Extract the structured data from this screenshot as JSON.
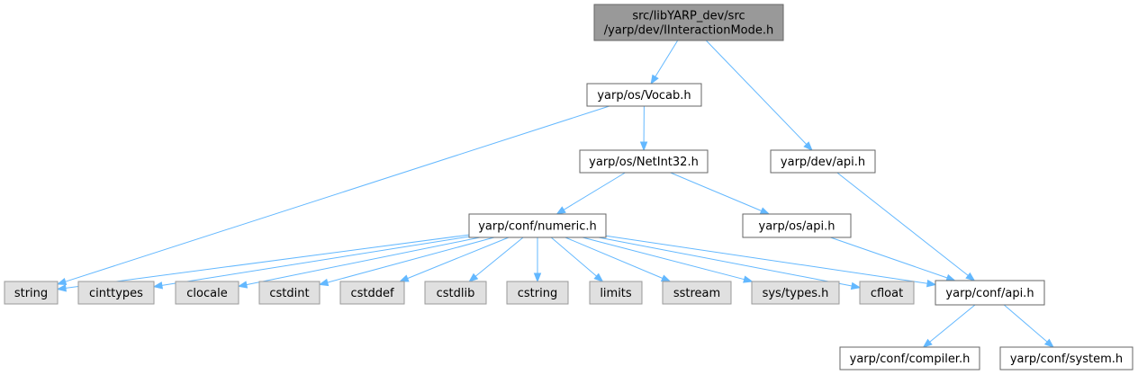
{
  "colors": {
    "root_fill": "#999999",
    "root_border": "#666666",
    "doc_fill": "#ffffff",
    "doc_border": "#666666",
    "sys_fill": "#e0e0e0",
    "sys_border": "#999999",
    "edge": "#63b8ff"
  },
  "nodes": [
    {
      "id": "root",
      "kind": "root",
      "lines": [
        "src/libYARP_dev/src",
        "/yarp/dev/IInteractionMode.h"
      ]
    },
    {
      "id": "vocab",
      "kind": "doc",
      "lines": [
        "yarp/os/Vocab.h"
      ]
    },
    {
      "id": "devapi",
      "kind": "doc",
      "lines": [
        "yarp/dev/api.h"
      ]
    },
    {
      "id": "netint",
      "kind": "doc",
      "lines": [
        "yarp/os/NetInt32.h"
      ]
    },
    {
      "id": "numeric",
      "kind": "doc",
      "lines": [
        "yarp/conf/numeric.h"
      ]
    },
    {
      "id": "osapi",
      "kind": "doc",
      "lines": [
        "yarp/os/api.h"
      ]
    },
    {
      "id": "string",
      "kind": "sys",
      "lines": [
        "string"
      ]
    },
    {
      "id": "cinttypes",
      "kind": "sys",
      "lines": [
        "cinttypes"
      ]
    },
    {
      "id": "clocale",
      "kind": "sys",
      "lines": [
        "clocale"
      ]
    },
    {
      "id": "cstdint",
      "kind": "sys",
      "lines": [
        "cstdint"
      ]
    },
    {
      "id": "cstddef",
      "kind": "sys",
      "lines": [
        "cstddef"
      ]
    },
    {
      "id": "cstdlib",
      "kind": "sys",
      "lines": [
        "cstdlib"
      ]
    },
    {
      "id": "cstring",
      "kind": "sys",
      "lines": [
        "cstring"
      ]
    },
    {
      "id": "limits",
      "kind": "sys",
      "lines": [
        "limits"
      ]
    },
    {
      "id": "sstream",
      "kind": "sys",
      "lines": [
        "sstream"
      ]
    },
    {
      "id": "systypes",
      "kind": "sys",
      "lines": [
        "sys/types.h"
      ]
    },
    {
      "id": "cfloat",
      "kind": "sys",
      "lines": [
        "cfloat"
      ]
    },
    {
      "id": "confapi",
      "kind": "doc",
      "lines": [
        "yarp/conf/api.h"
      ]
    },
    {
      "id": "compiler",
      "kind": "doc",
      "lines": [
        "yarp/conf/compiler.h"
      ]
    },
    {
      "id": "system",
      "kind": "doc",
      "lines": [
        "yarp/conf/system.h"
      ]
    }
  ],
  "edges": [
    [
      "root",
      "vocab"
    ],
    [
      "root",
      "devapi"
    ],
    [
      "vocab",
      "netint"
    ],
    [
      "vocab",
      "string"
    ],
    [
      "devapi",
      "confapi"
    ],
    [
      "netint",
      "numeric"
    ],
    [
      "netint",
      "osapi"
    ],
    [
      "numeric",
      "string"
    ],
    [
      "numeric",
      "cinttypes"
    ],
    [
      "numeric",
      "clocale"
    ],
    [
      "numeric",
      "cstdint"
    ],
    [
      "numeric",
      "cstddef"
    ],
    [
      "numeric",
      "cstdlib"
    ],
    [
      "numeric",
      "cstring"
    ],
    [
      "numeric",
      "limits"
    ],
    [
      "numeric",
      "sstream"
    ],
    [
      "numeric",
      "systypes"
    ],
    [
      "numeric",
      "cfloat"
    ],
    [
      "numeric",
      "confapi"
    ],
    [
      "osapi",
      "confapi"
    ],
    [
      "confapi",
      "compiler"
    ],
    [
      "confapi",
      "system"
    ]
  ]
}
